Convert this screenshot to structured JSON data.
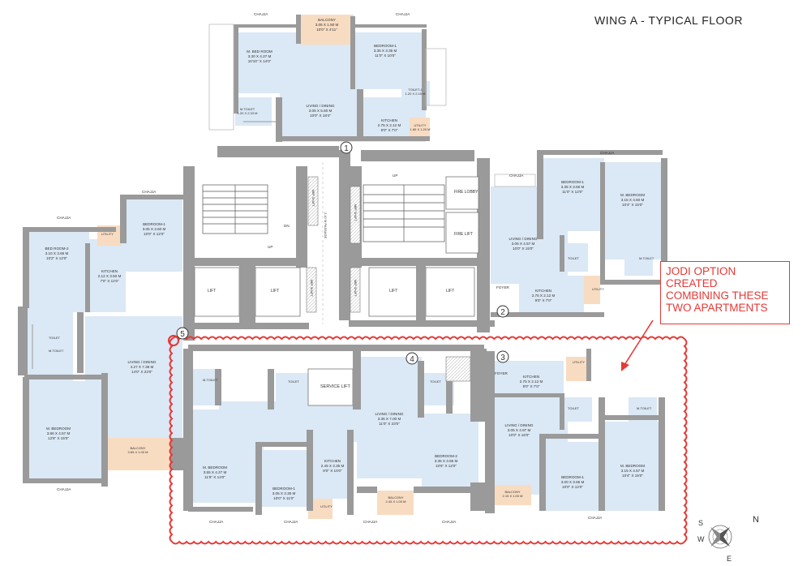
{
  "title": "WING A - TYPICAL FLOOR",
  "callout": {
    "lines": [
      "JODI OPTION",
      "CREATED",
      "COMBINING THESE",
      "TWO APARTMENTS"
    ]
  },
  "colors": {
    "room": "#dbe8f5",
    "balcony": "#f8dcc2",
    "wall": "#9a9a9a",
    "highlight": "#e53935"
  },
  "markers": [
    "1",
    "2",
    "3",
    "4",
    "5"
  ],
  "labels": {
    "chajja": "CHAJJA",
    "balcony_top": [
      "BALCONY",
      "3.05 X 1.50 M",
      "10'0\" X 4'11\""
    ],
    "m_bed_top": [
      "M. BED ROOM",
      "3.30 X 4.27 M",
      "10'10\" X 14'0\""
    ],
    "bedroom1_top": [
      "BEDROOM-1",
      "3.35 X 3.35 M",
      "11'0\" X 10'0\""
    ],
    "living_top": [
      "LIVING / DINING",
      "3.05 X 5.60 M",
      "10'0\" X 18'4\""
    ],
    "kitchen_top": [
      "KITCHEN",
      "2.75 X 2.12 M",
      "9'0\" X 7'0\""
    ],
    "utility_top": [
      "UTILITY",
      "1.65 X 1.20 M"
    ],
    "toilet_top": [
      "TOILET-1",
      "1.20 X 2.15 M"
    ],
    "m_toilet_top": [
      "M.TOILET",
      "1.20 X 2.33 M"
    ],
    "fire_lobby": "FIRE LOBBY",
    "fire_lift": "FIRE LIFT",
    "lift": "LIFT",
    "service_lift": "SERVICE LIFT",
    "mep_shaft": "MEP SHAFT",
    "passage": "2.10 M PASSAGE",
    "up": "UP",
    "dn": "DN",
    "foyer": "FOYER",
    "bedroom1_r": [
      "BEDROOM-1",
      "3.35 X 3.65 M",
      "11'0\" X 12'0\""
    ],
    "m_bed_r": [
      "M. BEDROOM",
      "3.15 X 4.60 M",
      "10'4\" X 15'0\""
    ],
    "living_r": [
      "LIVING / DINING",
      "3.05 X 4.57 M",
      "10'0\" X 15'0\""
    ],
    "kitchen_r": [
      "KITCHEN",
      "2.75 X 2.12 M",
      "9'0\" X 7'0\""
    ],
    "bedroom1_br": [
      "BEDROOM-1",
      "3.00 X 3.65 M",
      "10'0\" X 12'0\""
    ],
    "m_bed_br": [
      "M. BEDROOM",
      "3.15 X 4.57 M",
      "10'4\" X 15'0\""
    ],
    "living_r2": [
      "LIVING / DINING",
      "3.05 X 4.97 M",
      "10'0\" X 16'0\""
    ],
    "kitchen_r2": [
      "KITCHEN",
      "2.75 X 2.12 M",
      "9'0\" X 7'0\""
    ],
    "bedroom1_l": [
      "BEDROOM-1",
      "3.05 X 3.60 M",
      "10'0\" X 12'0\""
    ],
    "bedroom2_l": [
      "BED ROOM-2",
      "3.10 X 3.65 M",
      "10'2\" X 12'0\""
    ],
    "kitchen_l": [
      "KITCHEN",
      "2.12 X 3.50 M",
      "7'0\" X 11'6\""
    ],
    "living_l": [
      "LIVING / DINING",
      "4.27 X 7.38 M",
      "14'0\" X 23'0\""
    ],
    "m_bed_l": [
      "M. BEDROOM",
      "3.86 X 4.57 M",
      "12'8\" X 15'0\""
    ],
    "balcony_l": [
      "BALCONY",
      "3.65 X 1.00 M"
    ],
    "m_bed_b": [
      "M. BEDROOM",
      "3.55 X 4.27 M",
      "11'8\" X 14'0\""
    ],
    "bedroom1_b": [
      "BEDROOM-1",
      "3.05 X 3.35 M",
      "10'0\" X 11'0\""
    ],
    "kitchen_b": [
      "KITCHEN",
      "2.45 X 3.35 M",
      "8'0\" X 10'0\""
    ],
    "living_b": [
      "LIVING / DINING",
      "3.35 X 7.00 M",
      "11'0\" X 23'0\""
    ],
    "bedroom2_b": [
      "BEDROOM-2",
      "3.35 X 3.65 M",
      "10'6\" X 12'0\""
    ],
    "balcony_b": [
      "BALCONY",
      "2.45 X 1.00 M"
    ],
    "balcony_br": [
      "BALCONY",
      "2.15 X 1.00 M"
    ],
    "utility": "UTILITY",
    "toilet": "TOILET",
    "m_toilet": "M.TOILET",
    "compass": [
      "N",
      "S",
      "W",
      "E"
    ]
  }
}
